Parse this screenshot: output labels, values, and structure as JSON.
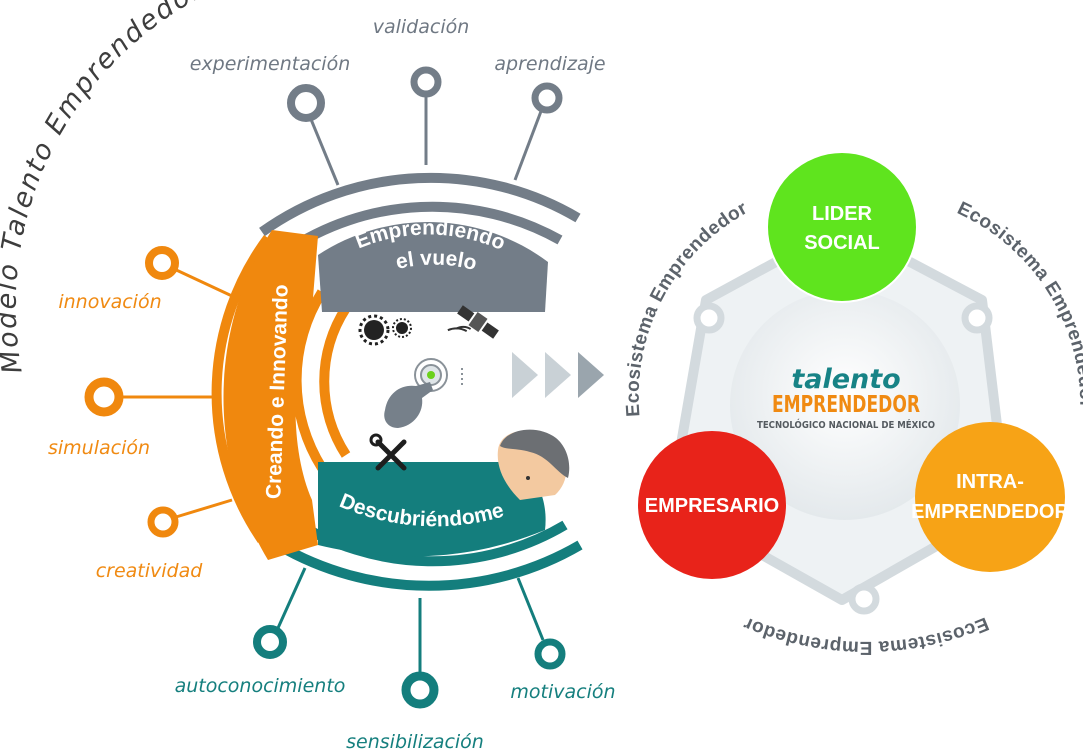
{
  "model_title": "Modelo Talento Emprendedor",
  "stages": {
    "flight": {
      "title_line1": "Emprendiendo",
      "title_line2": "el vuelo",
      "color": "#737d88",
      "nodes": [
        "experimentación",
        "validación",
        "aprendizaje"
      ]
    },
    "creating": {
      "title": "Creando e Innovando",
      "color": "#f0880e",
      "nodes": [
        "innovación",
        "simulación",
        "creatividad"
      ]
    },
    "discovering": {
      "title": "Descubriéndome",
      "color": "#147e7d",
      "nodes": [
        "autoconocimiento",
        "sensibilización",
        "motivación"
      ]
    }
  },
  "ecosystem": {
    "ring_label": "Ecosistema Emprendedor",
    "logo_line1": "talento",
    "logo_line2": "EMPRENDEDOR",
    "logo_line3": "TECNOLÓGICO NACIONAL DE MÉXICO",
    "roles": [
      {
        "line1": "LIDER",
        "line2": "SOCIAL",
        "color": "#5fe41e"
      },
      {
        "line1": "EMPRESARIO",
        "line2": "",
        "color": "#e8231a"
      },
      {
        "line1": "INTRA-",
        "line2": "EMPRENDEDOR",
        "color": "#f7a316"
      }
    ]
  },
  "colors": {
    "gray": "#737d88",
    "orange": "#f0880e",
    "teal": "#147e7d",
    "arrow": "#c9d1d6"
  }
}
